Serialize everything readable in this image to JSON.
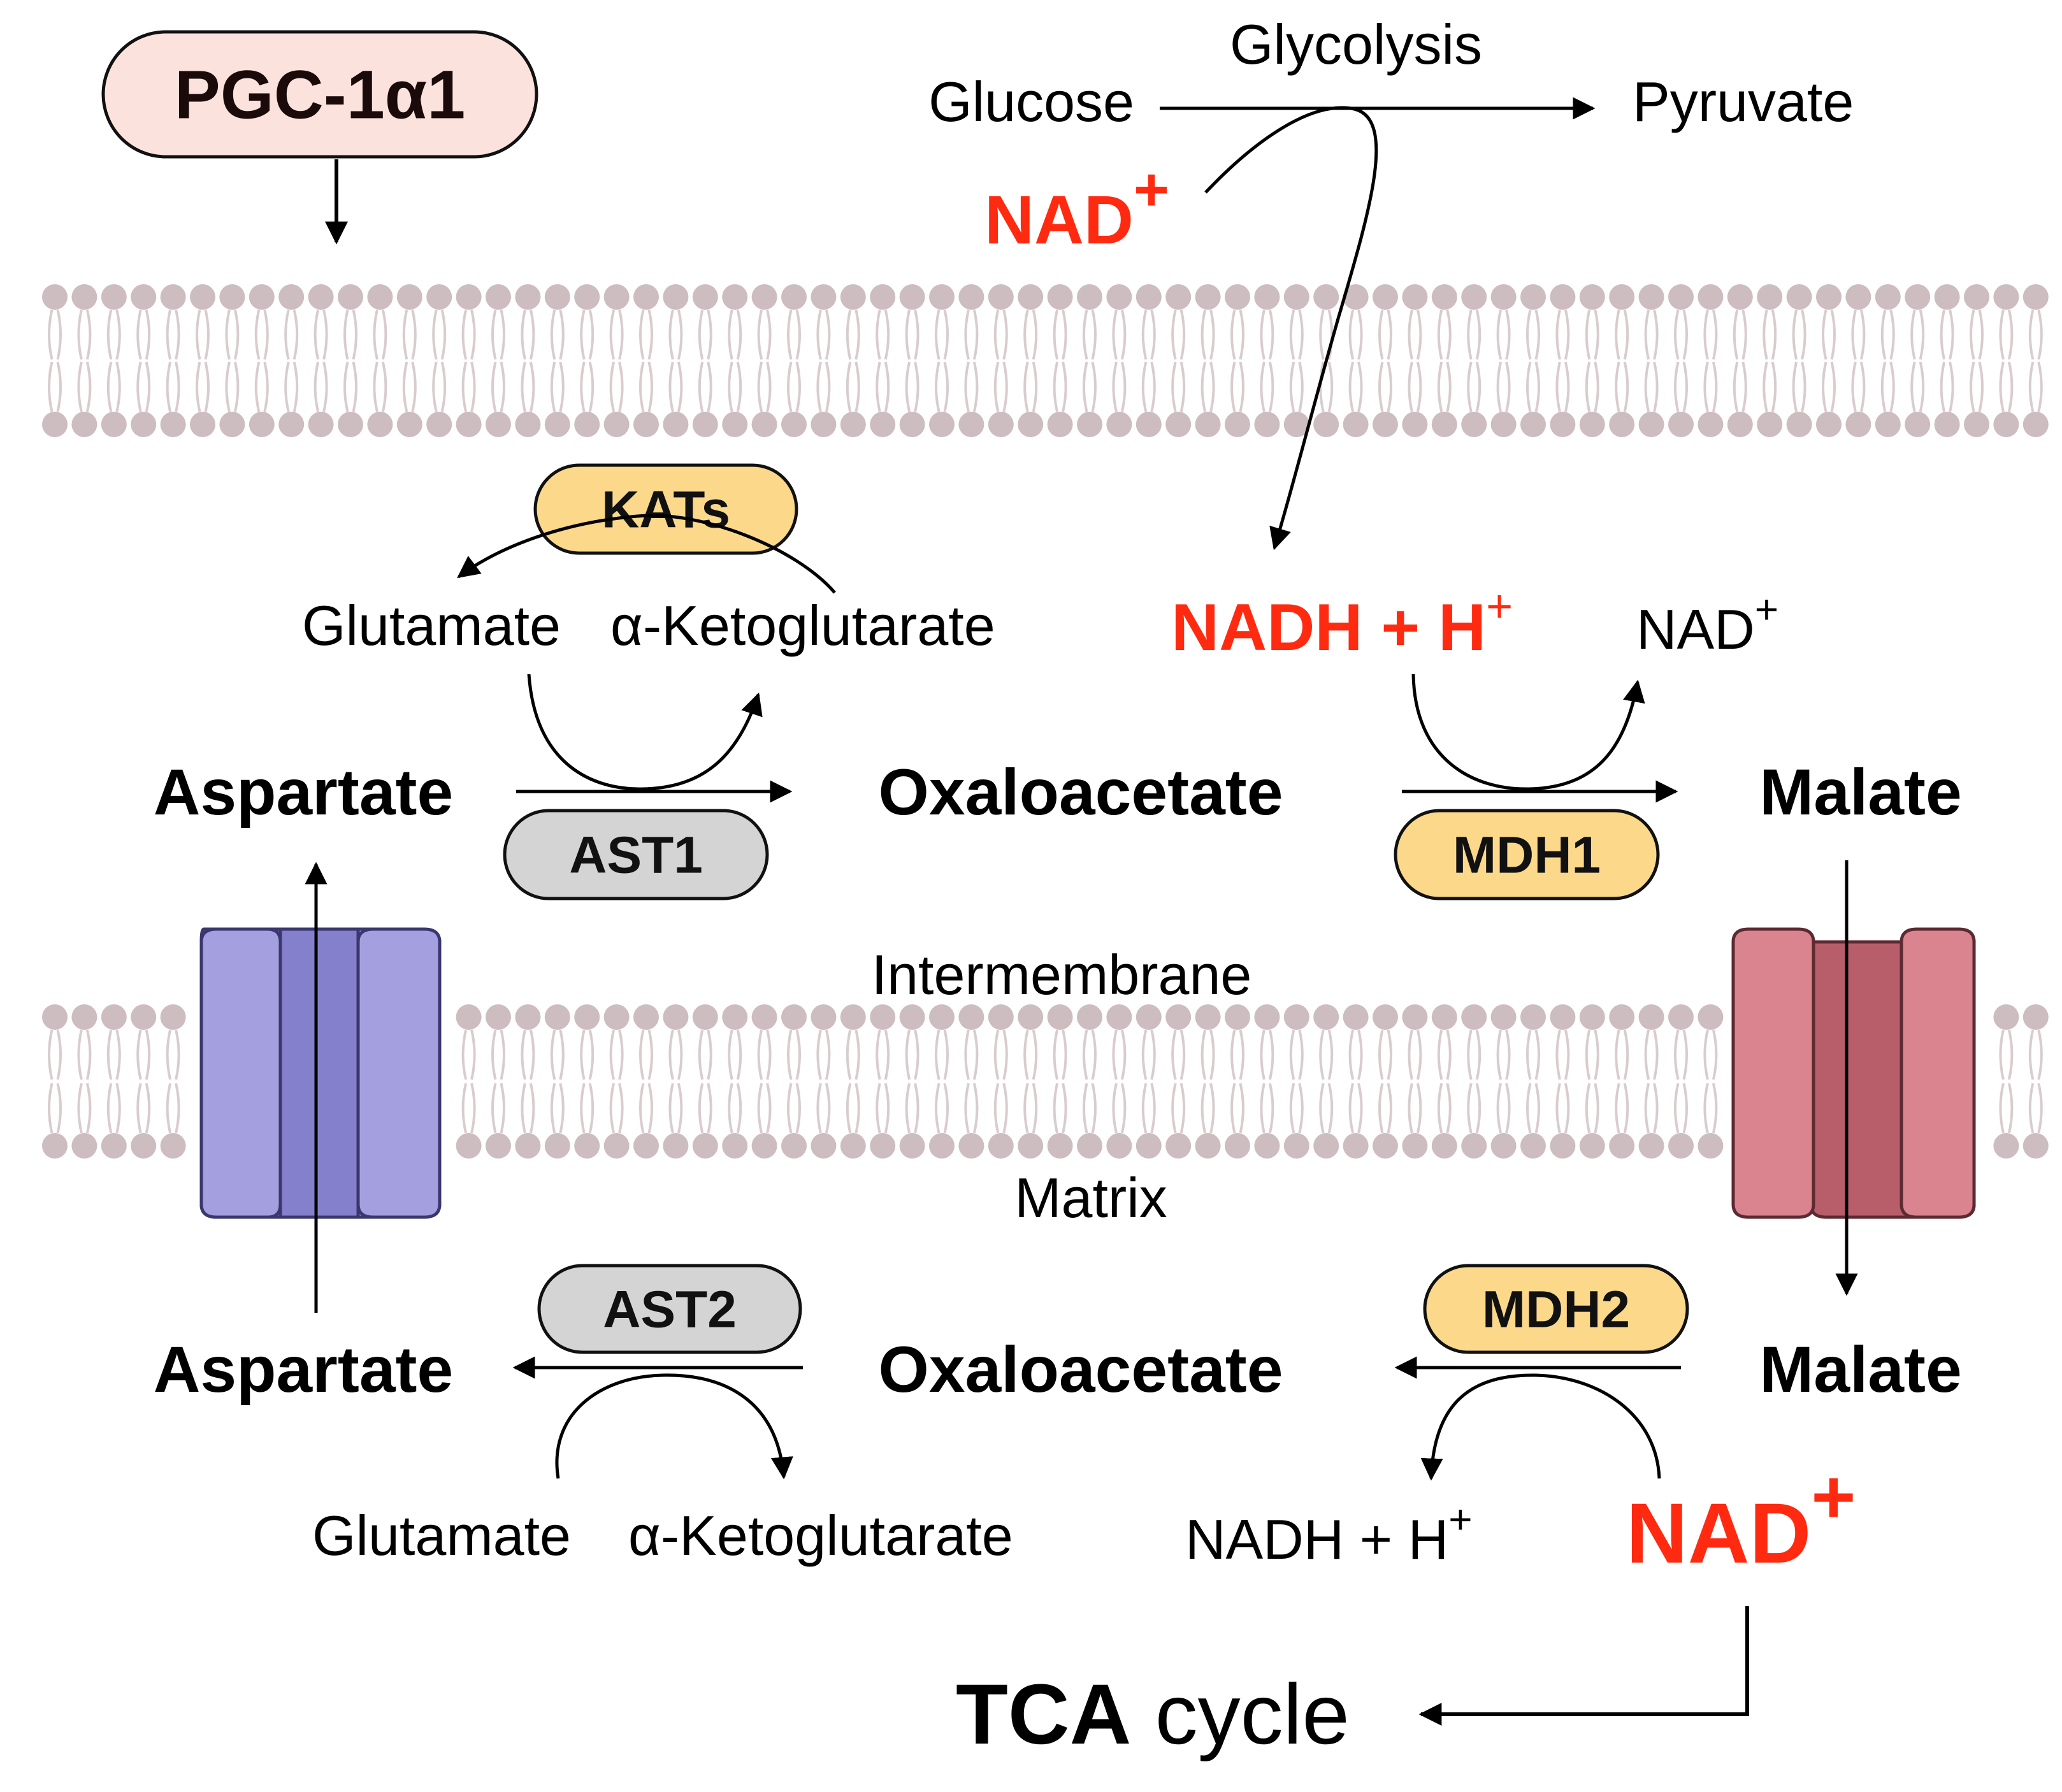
{
  "colors": {
    "nad_red": "#ff2a10",
    "lipid_head": "#cdbdc0",
    "lipid_tail": "#d9ccce",
    "pgc_fill": "#fbe2dd",
    "enzyme_yellow": "#fcd98a",
    "enzyme_gray": "#d4d4d4",
    "transporter_left": "#a49fde",
    "transporter_left_core": "#8580cb",
    "transporter_right": "#d9848f",
    "transporter_right_core": "#b85e6a"
  },
  "regulator": {
    "label": "PGC-1α1"
  },
  "cytosol": {
    "glucose": "Glucose",
    "glycolysis": "Glycolysis",
    "pyruvate": "Pyruvate",
    "nad_base": "NAD",
    "nad_sup": "+"
  },
  "top_row": {
    "aspartate": "Aspartate",
    "oxaloacetate": "Oxaloacetate",
    "malate": "Malate",
    "ast1": "AST1",
    "kats": "KATs",
    "mdh1": "MDH1",
    "glutamate": "Glutamate",
    "akg": "α-Ketoglutarate",
    "nadh_base": "NADH + H",
    "nadh_sup": "+",
    "nad_base": "NAD",
    "nad_sup": "+"
  },
  "compartments": {
    "intermembrane": "Intermembrane",
    "matrix": "Matrix"
  },
  "bottom_row": {
    "aspartate": "Aspartate",
    "oxaloacetate": "Oxaloacetate",
    "malate": "Malate",
    "ast2": "AST2",
    "mdh2": "MDH2",
    "glutamate": "Glutamate",
    "akg": "α-Ketoglutarate",
    "nadh_base": "NADH + H",
    "nadh_sup": "+",
    "nad_base": "NAD",
    "nad_sup": "+"
  },
  "tca": {
    "bold": "TCA",
    "rest": " cycle"
  }
}
